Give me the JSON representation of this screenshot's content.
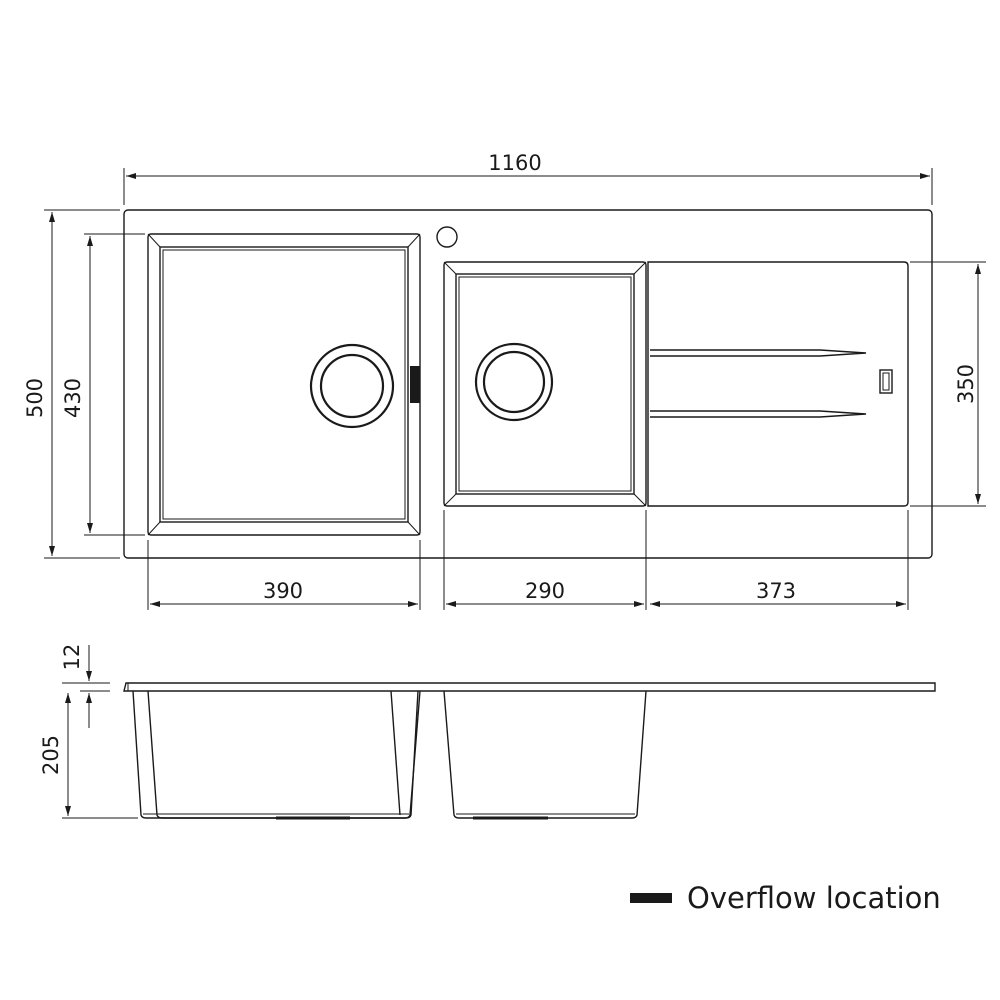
{
  "top_view": {
    "overall_width": "1160",
    "overall_depth": "500",
    "bowl_depth": "430",
    "drainer_depth": "350",
    "left_bowl_width": "390",
    "right_bowl_width": "290",
    "drainer_width": "373"
  },
  "side_view": {
    "rim_thickness": "12",
    "bowl_height": "205"
  },
  "legend": {
    "overflow_label": "Overflow location",
    "overflow_color": "#1a1a1a"
  }
}
